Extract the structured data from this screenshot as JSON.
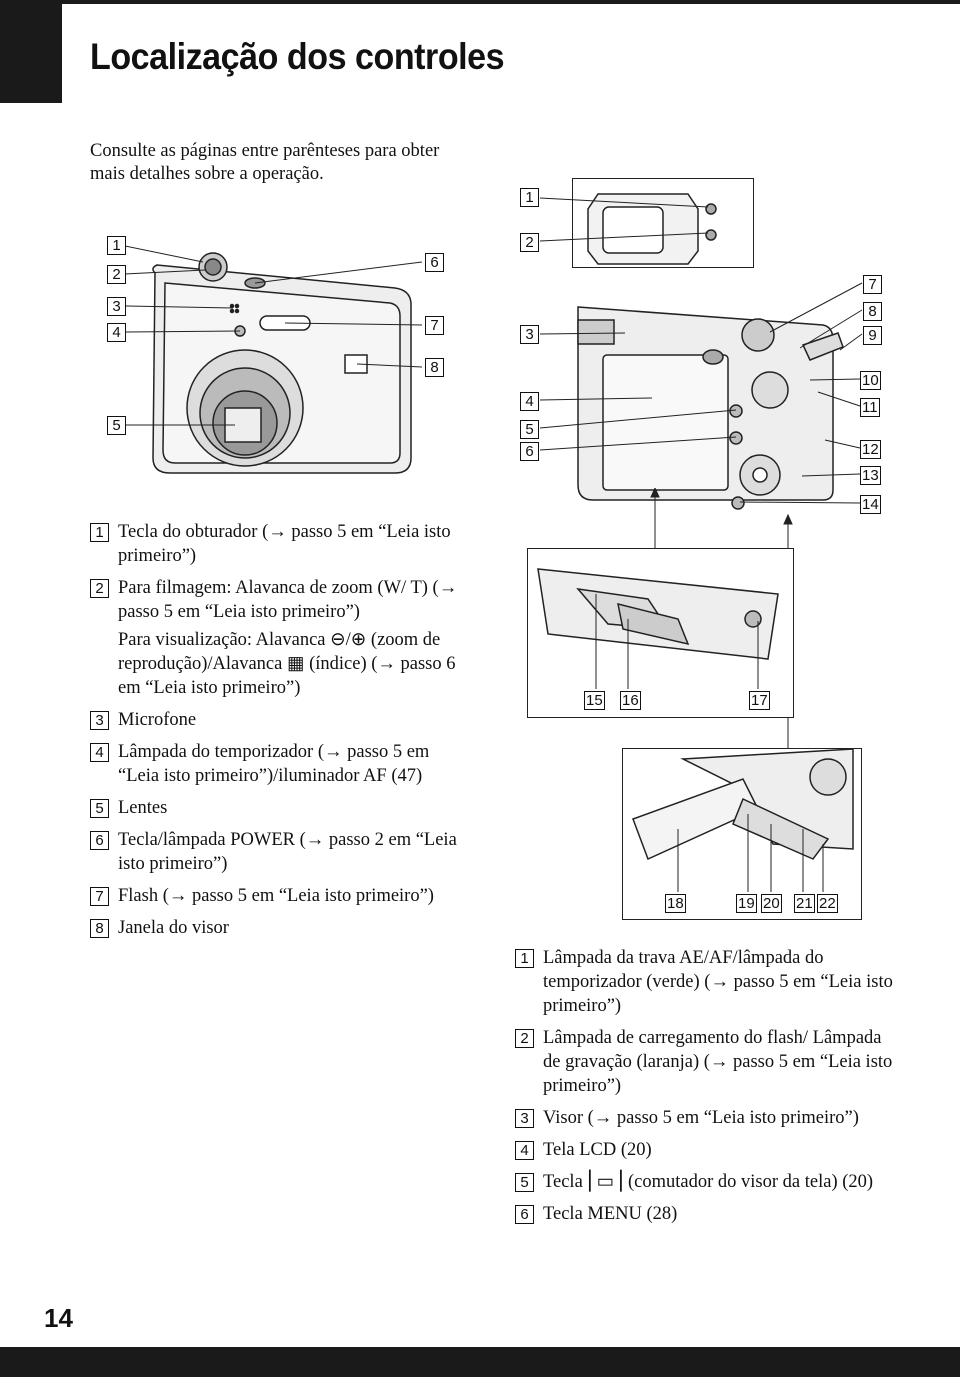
{
  "header": {
    "title": "Localização dos controles"
  },
  "intro": "Consulte as páginas entre parênteses para obter mais detalhes sobre a operação.",
  "page_number": "14",
  "front_callouts": [
    "1",
    "2",
    "3",
    "4",
    "5",
    "6",
    "7",
    "8"
  ],
  "back_callouts_top": [
    "1",
    "2"
  ],
  "back_callouts_left": [
    "3",
    "4",
    "5",
    "6"
  ],
  "back_callouts_right": [
    "7",
    "8",
    "9",
    "10",
    "11",
    "12",
    "13",
    "14"
  ],
  "bottom_callouts_1": [
    "15",
    "16",
    "17"
  ],
  "bottom_callouts_2": [
    "18",
    "19",
    "20",
    "21",
    "22"
  ],
  "front_items": [
    {
      "num": "1",
      "text": "Tecla do obturador (→ passo 5 em “Leia isto primeiro”)"
    },
    {
      "num": "2",
      "text": "Para filmagem: Alavanca de zoom (W/ T) (→ passo 5 em “Leia isto primeiro”)"
    },
    {
      "num": "",
      "text": "Para visualização: Alavanca ⊖/⊕ (zoom de reprodução)/Alavanca ▦ (índice) (→ passo 6 em “Leia isto primeiro”)"
    },
    {
      "num": "3",
      "text": "Microfone"
    },
    {
      "num": "4",
      "text": "Lâmpada do temporizador (→ passo 5 em “Leia isto primeiro”)/iluminador AF (47)"
    },
    {
      "num": "5",
      "text": "Lentes"
    },
    {
      "num": "6",
      "text": "Tecla/lâmpada POWER (→ passo 2 em “Leia isto primeiro”)"
    },
    {
      "num": "7",
      "text": "Flash (→ passo 5 em “Leia isto primeiro”)"
    },
    {
      "num": "8",
      "text": "Janela do visor"
    }
  ],
  "back_items": [
    {
      "num": "1",
      "text": "Lâmpada da trava AE/AF/lâmpada do temporizador (verde) (→ passo 5 em “Leia isto primeiro”)"
    },
    {
      "num": "2",
      "text": "Lâmpada de carregamento do flash/ Lâmpada de gravação (laranja) (→ passo 5 em “Leia isto primeiro”)"
    },
    {
      "num": "3",
      "text": "Visor (→ passo 5 em “Leia isto primeiro”)"
    },
    {
      "num": "4",
      "text": "Tela LCD (20)"
    },
    {
      "num": "5",
      "text": "Tecla ⎢▭⎥ (comutador do visor da tela) (20)"
    },
    {
      "num": "6",
      "text": "Tecla MENU (28)"
    }
  ]
}
